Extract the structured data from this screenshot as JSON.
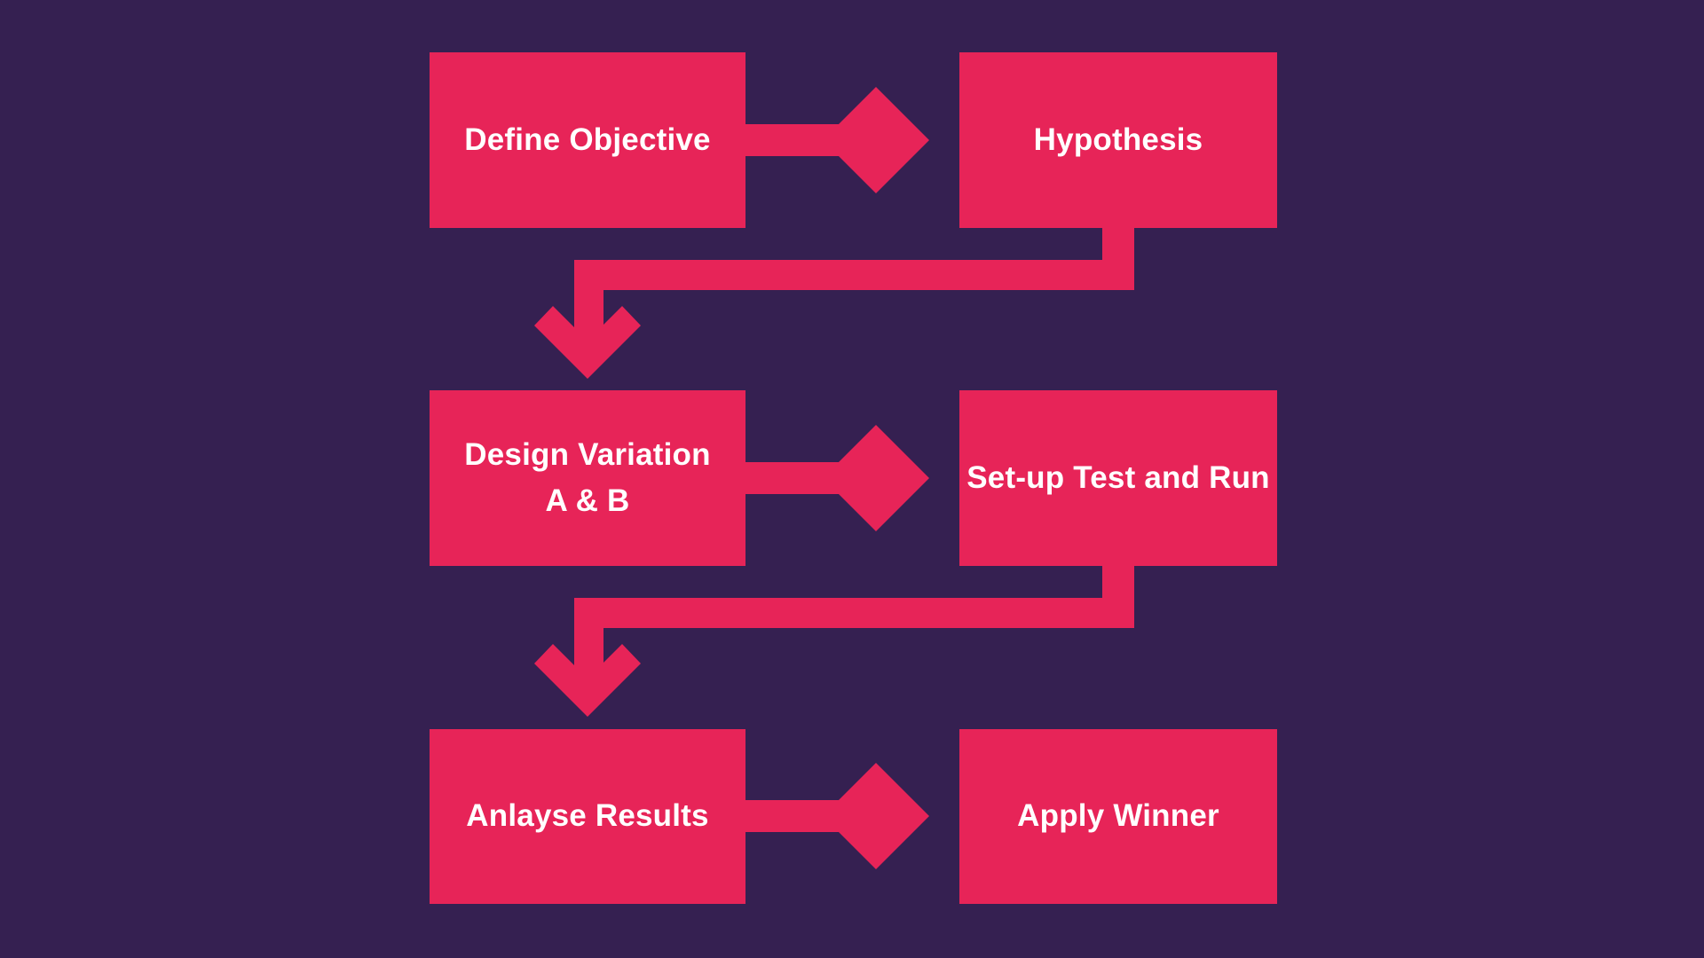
{
  "colors": {
    "background": "#352051",
    "shape": "#E72458",
    "label_text": "#FFFFFF"
  },
  "flowchart": {
    "steps": [
      {
        "id": "define-objective",
        "label": "Define Objective"
      },
      {
        "id": "hypothesis",
        "label": "Hypothesis"
      },
      {
        "id": "design-variation-a-b",
        "label": "Design Variation\nA & B"
      },
      {
        "id": "set-up-test-and-run",
        "label": "Set-up Test and Run"
      },
      {
        "id": "anlayse-results",
        "label": "Anlayse Results"
      },
      {
        "id": "apply-winner",
        "label": "Apply Winner"
      }
    ],
    "connections": [
      {
        "from": "define-objective",
        "to": "hypothesis",
        "type": "arrow-right"
      },
      {
        "from": "hypothesis",
        "to": "design-variation-a-b",
        "type": "elbow-arrow-down"
      },
      {
        "from": "design-variation-a-b",
        "to": "set-up-test-and-run",
        "type": "arrow-right"
      },
      {
        "from": "set-up-test-and-run",
        "to": "anlayse-results",
        "type": "elbow-arrow-down"
      },
      {
        "from": "anlayse-results",
        "to": "apply-winner",
        "type": "arrow-right"
      }
    ]
  }
}
